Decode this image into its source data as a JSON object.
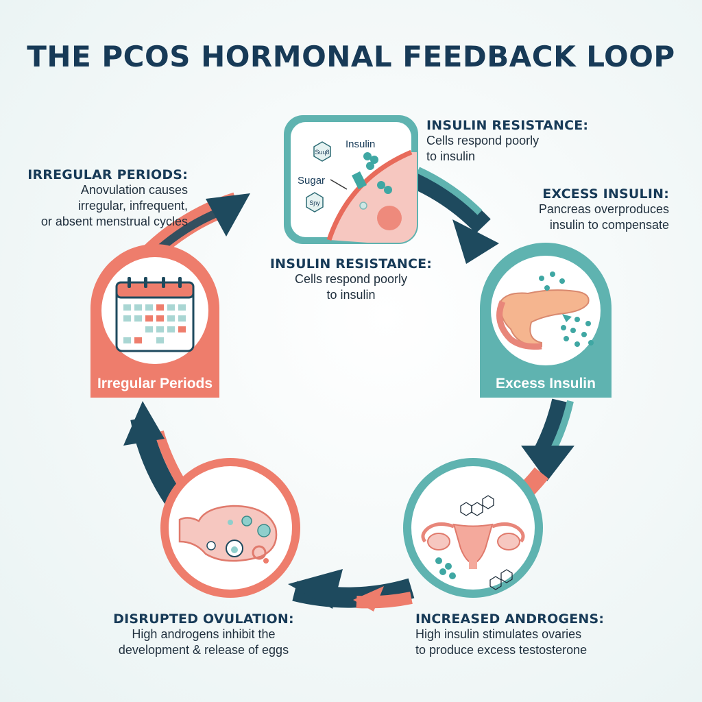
{
  "title": "THE PCOS HORMONAL FEEDBACK LOOP",
  "colors": {
    "teal": "#5fb3b0",
    "dark_teal": "#1e4a5e",
    "coral": "#ee7d6c",
    "navy_text": "#173a57"
  },
  "top_node": {
    "icon": "cell-membrane-icon",
    "tag_insulin": "Insulin",
    "tag_sugar": "Sugar",
    "molecule_1": "Suɥ8",
    "molecule_2": "Sɲy"
  },
  "steps": [
    {
      "id": "insulin-resistance-top",
      "heading": "INSULIN RESISTANCE:",
      "lines": [
        "Cells respond poorly",
        "to insulin"
      ]
    },
    {
      "id": "insulin-resistance-center",
      "heading": "INSULIN RESISTANCE:",
      "lines": [
        "Cells respond poorly",
        "to insulin"
      ]
    },
    {
      "id": "excess-insulin",
      "heading": "EXCESS INSULIN:",
      "lines": [
        "Pancreas overproduces",
        "insulin to compensate"
      ],
      "card_label": "Excess Insulin",
      "icon": "pancreas-icon"
    },
    {
      "id": "increased-androgens",
      "heading": "INCREASED ANDROGENS:",
      "lines": [
        "High insulin stimulates ovaries",
        "to produce excess testosterone"
      ],
      "icon": "uterus-ovaries-icon"
    },
    {
      "id": "disrupted-ovulation",
      "heading": "DISRUPTED OVULATION:",
      "lines": [
        "High androgens inhibit the",
        "development & release of eggs"
      ],
      "icon": "ovary-follicles-icon"
    },
    {
      "id": "irregular-periods",
      "heading": "IRREGULAR PERIODS:",
      "lines": [
        "Anovulation causes",
        "irregular, infrequent,",
        "or absent menstrual cycles"
      ],
      "card_label": "Irregular Periods",
      "icon": "calendar-icon"
    }
  ]
}
